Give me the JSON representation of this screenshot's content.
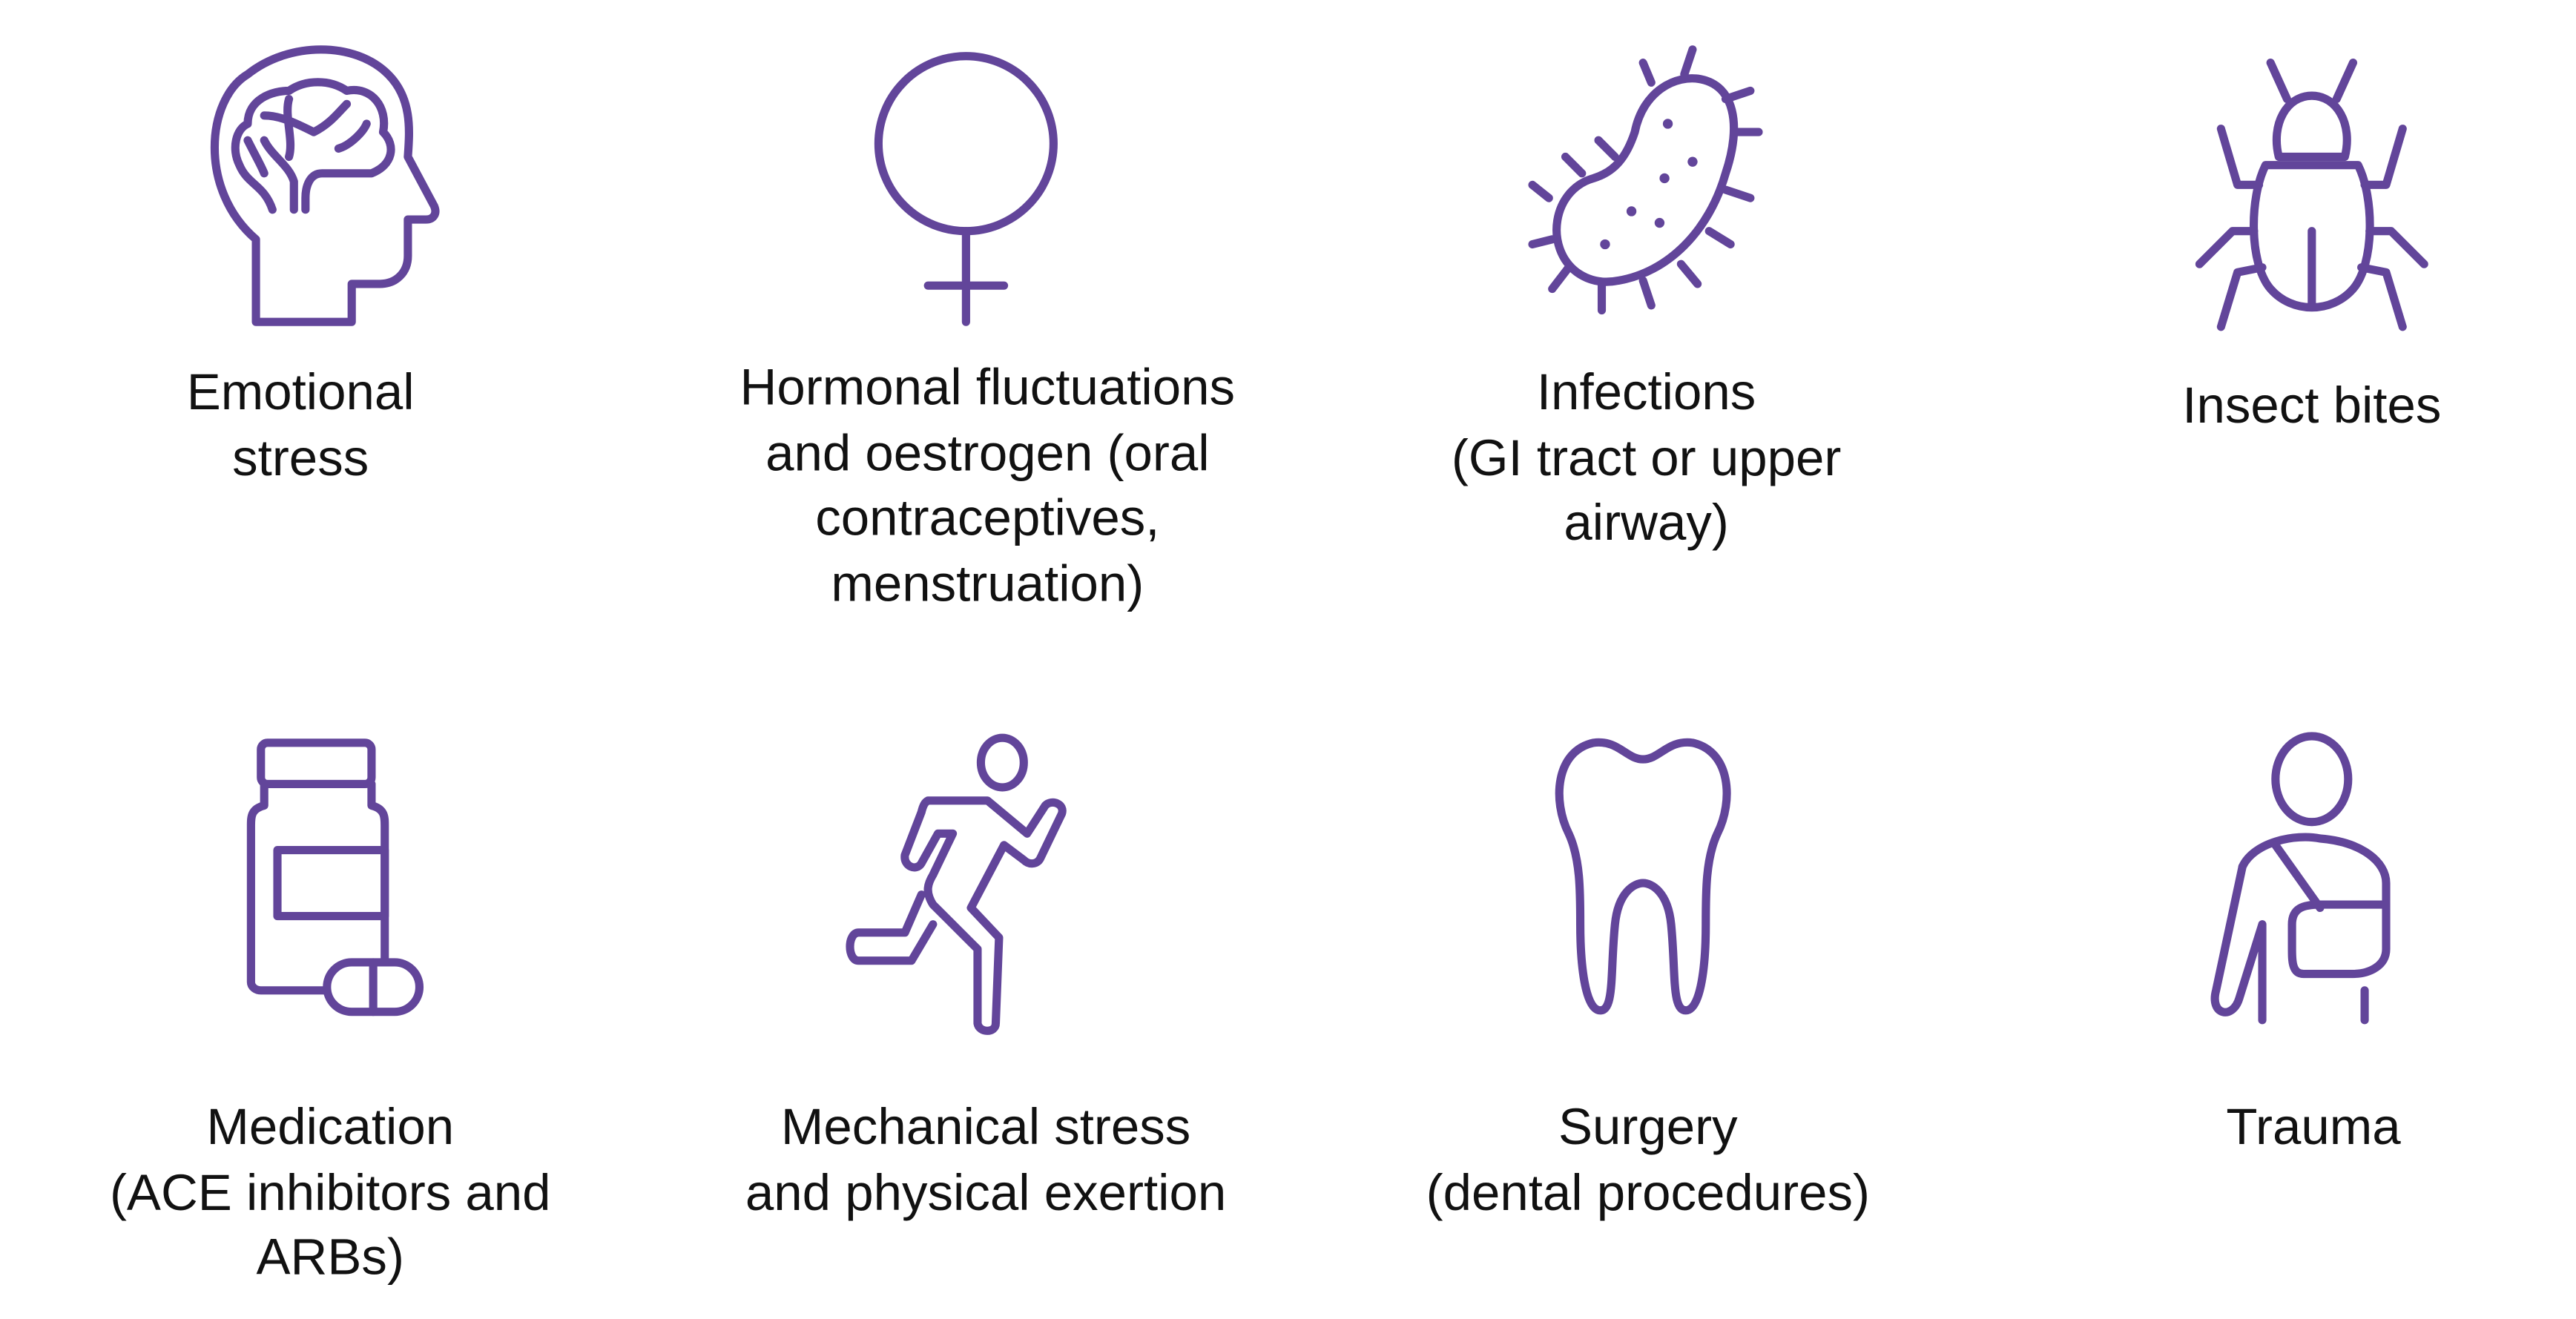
{
  "accent_color": "#62459a",
  "items": [
    {
      "icon": "head-brain-icon",
      "lines": [
        "Emotional",
        "stress"
      ]
    },
    {
      "icon": "female-symbol-icon",
      "lines": [
        "Hormonal fluctuations",
        "and oestrogen (oral",
        "contraceptives,",
        "menstruation)"
      ]
    },
    {
      "icon": "bacteria-icon",
      "lines": [
        "Infections",
        "(GI tract or upper",
        "airway)"
      ]
    },
    {
      "icon": "insect-icon",
      "lines": [
        "Insect bites"
      ]
    },
    {
      "icon": "medication-bottle-icon",
      "lines": [
        "Medication",
        "(ACE inhibitors and",
        "ARBs)"
      ]
    },
    {
      "icon": "running-person-icon",
      "lines": [
        "Mechanical stress",
        "and physical exertion"
      ]
    },
    {
      "icon": "tooth-icon",
      "lines": [
        "Surgery",
        "(dental procedures)"
      ]
    },
    {
      "icon": "arm-sling-icon",
      "lines": [
        "Trauma"
      ]
    }
  ]
}
